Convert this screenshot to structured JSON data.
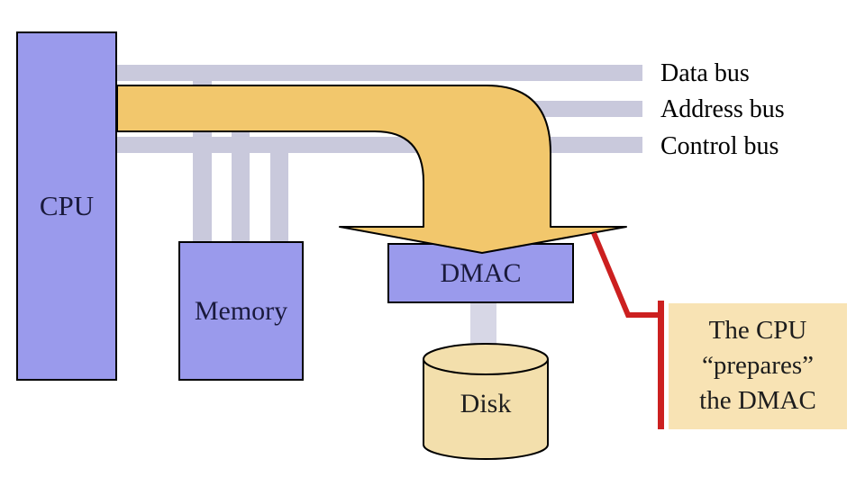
{
  "components": {
    "cpu": {
      "label": "CPU"
    },
    "memory": {
      "label": "Memory"
    },
    "dmac": {
      "label": "DMAC"
    },
    "disk": {
      "label": "Disk"
    }
  },
  "buses": [
    {
      "label": "Data bus"
    },
    {
      "label": "Address bus"
    },
    {
      "label": "Control bus"
    }
  ],
  "callout": {
    "lines": [
      "The CPU",
      "“prepares”",
      "the DMAC"
    ]
  },
  "colors": {
    "box_fill": "#9a9aec",
    "box_border": "#000000",
    "bus_fill": "#c9c9dc",
    "connector_fill": "#d7d7e6",
    "arrow_fill": "#f2c76c",
    "arrow_outline": "#000000",
    "disk_fill": "#f3dfac",
    "callout_fill": "#f8e3b4",
    "callout_text": "#1c1c1c",
    "red_line": "#cc2020",
    "chip_label_text": "#1a1a3c",
    "bus_label_text": "#000000",
    "background": "#ffffff"
  }
}
